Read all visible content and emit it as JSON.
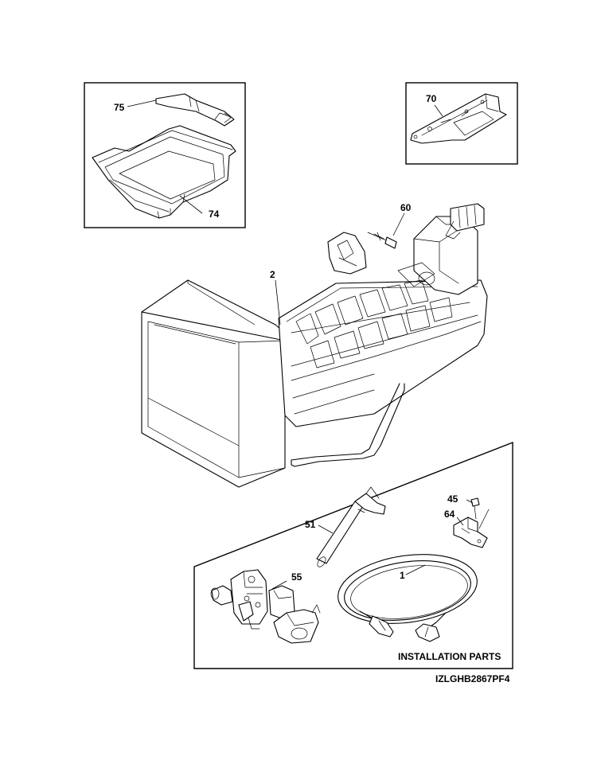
{
  "diagram": {
    "reference_code": "IZLGHB2867PF4",
    "installation_caption": "INSTALLATION PARTS",
    "parts": [
      {
        "id": "p75",
        "label": "75",
        "icon": "ice-bin-cover-icon"
      },
      {
        "id": "p74",
        "label": "74",
        "icon": "ice-bin-icon"
      },
      {
        "id": "p70",
        "label": "70",
        "icon": "mounting-bracket-icon"
      },
      {
        "id": "p60",
        "label": "60",
        "icon": "screw-icon"
      },
      {
        "id": "p2",
        "label": "2",
        "icon": "ice-maker-assembly-icon"
      },
      {
        "id": "p45",
        "label": "45",
        "icon": "screw-icon"
      },
      {
        "id": "p64",
        "label": "64",
        "icon": "clamp-icon"
      },
      {
        "id": "p51",
        "label": "51",
        "icon": "fill-tube-icon"
      },
      {
        "id": "p55",
        "label": "55",
        "icon": "water-valve-icon"
      },
      {
        "id": "p1",
        "label": "1",
        "icon": "water-line-coil-icon"
      }
    ]
  }
}
